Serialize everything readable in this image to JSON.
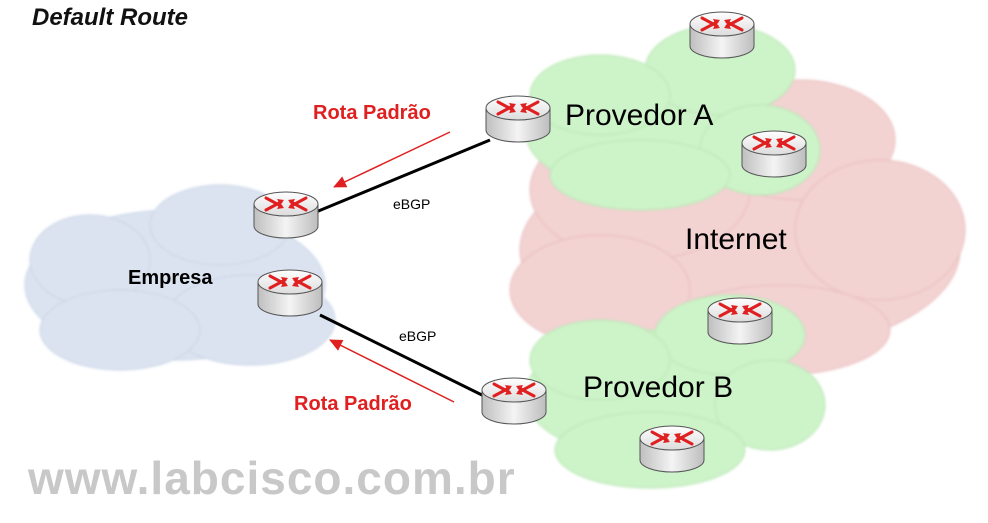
{
  "title": "Default Route",
  "labels": {
    "provedor_a": "Provedor A",
    "provedor_b": "Provedor B",
    "internet": "Internet",
    "empresa": "Empresa",
    "rota_top": "Rota Padrão",
    "rota_bottom": "Rota Padrão",
    "ebgp_top": "eBGP",
    "ebgp_bottom": "eBGP"
  },
  "watermark": "www.labcisco.com.br",
  "colors": {
    "internet_cloud": "#f3d2d2",
    "provider_cloud": "#cdf3c9",
    "empresa_cloud": "#dbe3f0",
    "arrow_red": "#e02020",
    "router_red": "#e02020"
  },
  "icons": [
    "router-icon",
    "cloud-icon",
    "arrow-icon"
  ]
}
